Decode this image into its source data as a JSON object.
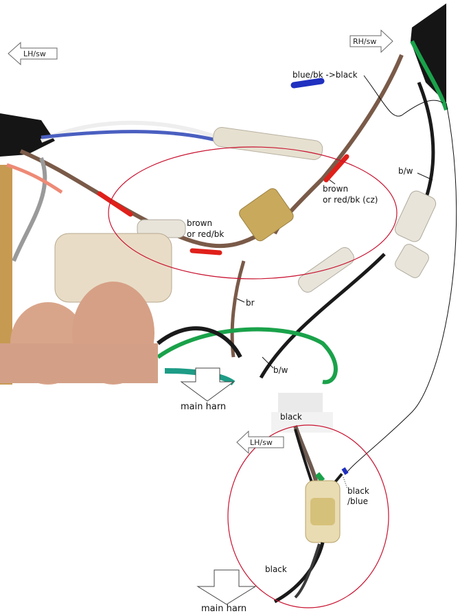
{
  "labels": {
    "lh_sw_top": "LH/sw",
    "rh_sw": "RH/sw",
    "blue_bk": "blue/bk ->black",
    "bw_right": "b/w",
    "brown_or_redbk_cz_1": "brown",
    "brown_or_redbk_cz_2": "or red/bk (cz)",
    "brown_or_redbk_1": "brown",
    "brown_or_redbk_2": "or red/bk",
    "br": "br",
    "bw_lower": "b/w",
    "main_harn_top": "main harn",
    "black_top": "black",
    "lh_sw_bottom": "LH/sw",
    "black_blue_1": "black",
    "black_blue_2": "/blue",
    "black_bottom": "black",
    "main_harn_bottom": "main harn"
  },
  "colors": {
    "annotation_red": "#c8102e",
    "marker_red": "#e0201a",
    "marker_blue": "#2030c0",
    "wire_brown": "#7a5a48",
    "wire_green": "#1aa24a",
    "wire_black": "#1a1a1a",
    "wire_blue": "#4a5fc0",
    "skin": "#d9a58a"
  },
  "icons": [
    "left-arrow-icon",
    "right-arrow-icon",
    "down-arrow-icon"
  ]
}
